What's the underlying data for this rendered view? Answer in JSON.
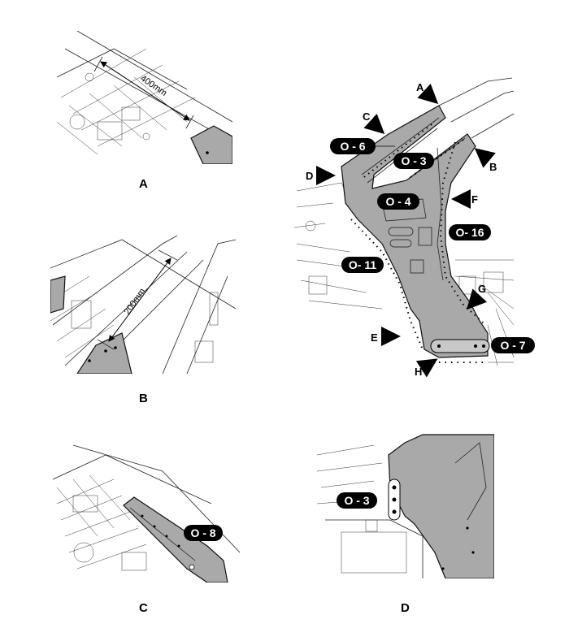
{
  "panels": [
    {
      "id": "A",
      "label": "A",
      "dimension": "400mm"
    },
    {
      "id": "B",
      "label": "B",
      "dimension": "200mm"
    },
    {
      "id": "C",
      "label": "C",
      "tag": "O - 8"
    },
    {
      "id": "D",
      "label": "D",
      "tag": "O - 3"
    }
  ],
  "main": {
    "tags": [
      "O - 6",
      "O - 3",
      "O - 4",
      "O- 16",
      "O- 11",
      "O - 7"
    ],
    "view_arrows": [
      "A",
      "B",
      "C",
      "D",
      "E",
      "F",
      "G",
      "H"
    ]
  },
  "colors": {
    "part_fill": "#a9a9a9",
    "tag_bg": "#000000",
    "line": "#222222"
  }
}
